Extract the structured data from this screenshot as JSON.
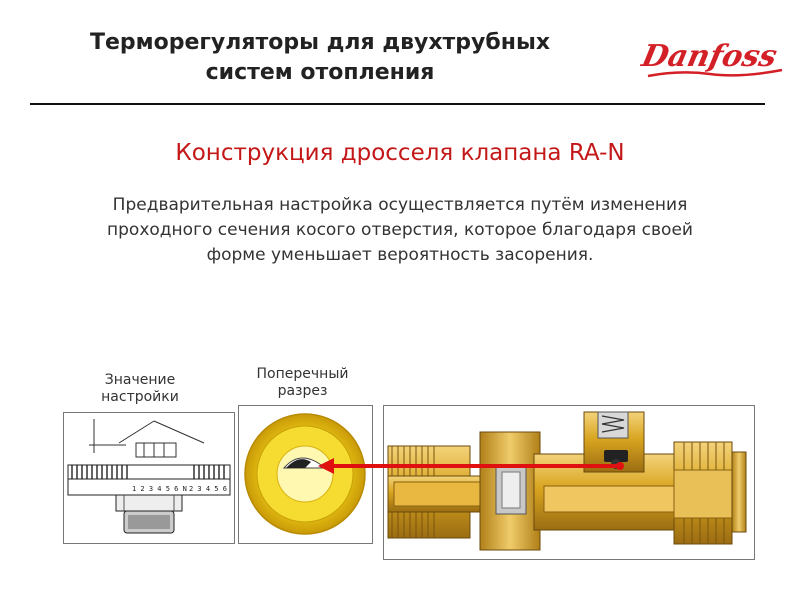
{
  "header": {
    "title_line1": "Терморегуляторы для двухтрубных",
    "title_line2": "систем отопления",
    "brand": "Danfoss",
    "brand_color": "#d31f26"
  },
  "subtitle": "Конструкция дросселя клапана RA-N",
  "description": {
    "line1": "Предварительная настройка осуществляется путём изменения",
    "line2": "проходного сечения косого отверстия, которое благодаря своей",
    "line3": "форме уменьшает вероятность засорения."
  },
  "figures": {
    "setting_caption_line1": "Значение",
    "setting_caption_line2": "настройки",
    "scale_numbers": "1 2 3 4 5 6 N",
    "scale_numbers_right": "2 3 4 5 6",
    "section_caption_line1": "Поперечный",
    "section_caption_line2": "разрез"
  },
  "colors": {
    "accent": "#c41818",
    "arrow": "#e01010",
    "brass": "#d9a520",
    "brass_dark": "#a8791a",
    "yellow": "#f2d21a"
  }
}
